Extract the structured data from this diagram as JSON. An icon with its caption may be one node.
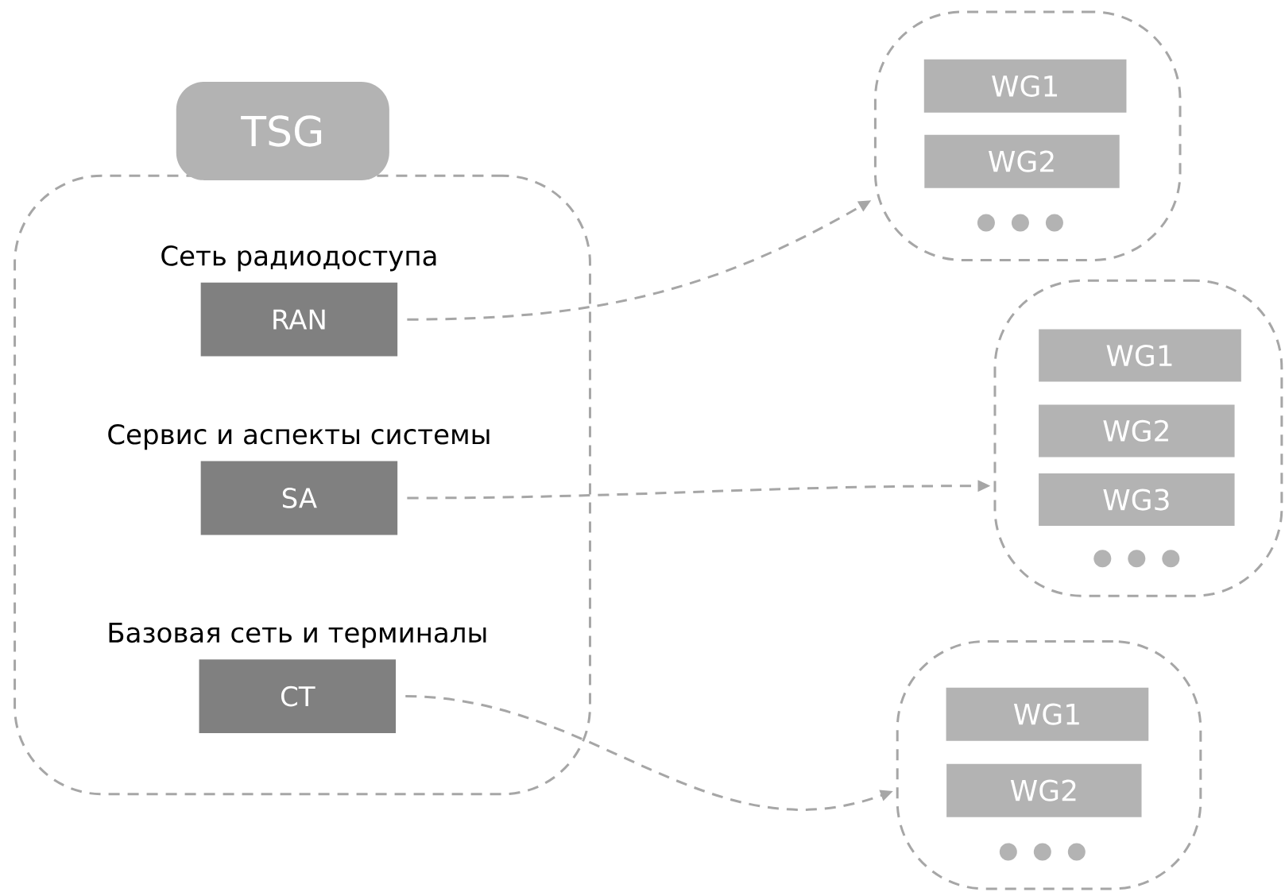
{
  "diagram": {
    "nodes": [
      {
        "text": [],
        "shape": "box"
      },
      {
        "text": [
          "TSG"
        ]
      },
      {
        "text": [
          "Сеть радиодоступа",
          "RAN"
        ],
        "in": 0
      },
      {
        "text": [
          "Сервис и аспекты системы",
          "SA"
        ],
        "in": 0
      },
      {
        "text": [
          "Базовая сеть и терминалы",
          "CT"
        ],
        "in": 0
      },
      {
        "text": [],
        "shape": "box"
      },
      {
        "text": [
          "WG1"
        ],
        "in": 5
      },
      {
        "text": [
          "WG2"
        ],
        "in": 5
      },
      {
        "text": [],
        "shape": "box"
      },
      {
        "text": [
          "WG1"
        ],
        "in": 8
      },
      {
        "text": [
          "WG2"
        ],
        "in": 8
      },
      {
        "text": [
          "WG3"
        ],
        "in": 8
      },
      {
        "text": [],
        "shape": "box"
      },
      {
        "text": [
          "WG1"
        ],
        "in": 12
      },
      {
        "text": [
          "WG2"
        ],
        "in": 12
      }
    ],
    "edges": [
      {
        "from": 2,
        "to": 5,
        "arrow": "to",
        "style": "dashed"
      },
      {
        "from": 3,
        "to": 8,
        "arrow": "to",
        "style": "dashed"
      },
      {
        "from": 4,
        "to": 12,
        "arrow": "to",
        "style": "dashed"
      }
    ]
  }
}
